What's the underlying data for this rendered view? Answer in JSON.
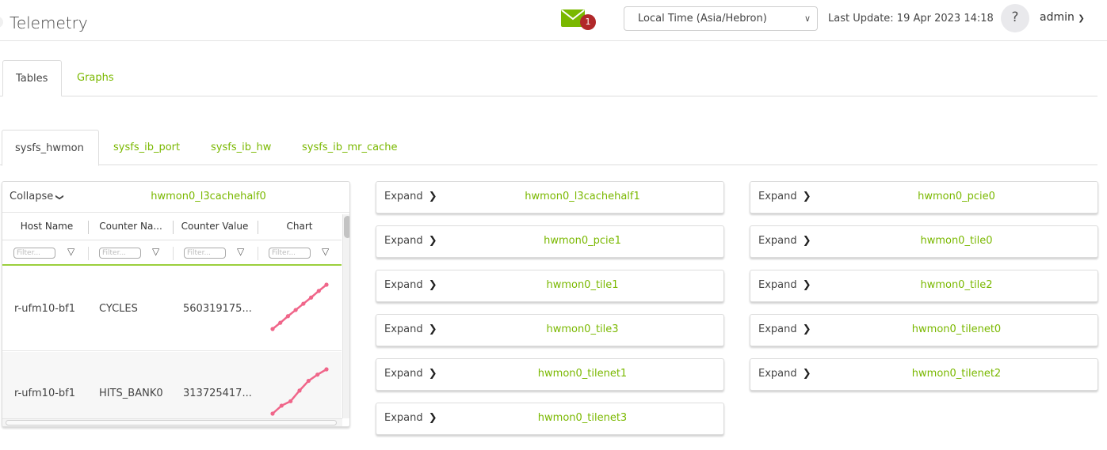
{
  "header": {
    "title": "Telemetry",
    "mail_badge": "1",
    "timezone": "Local Time (Asia/Hebron)",
    "last_update": "Last Update: 19 Apr 2023 14:18",
    "help": "?",
    "user": "admin"
  },
  "icons": {
    "mail": "envelope-icon",
    "user_menu": "chevron-down-icon",
    "timezone": "chevron-down-icon",
    "panel_collapse": "chevron-down-icon",
    "panel_expand": "chevron-right-icon",
    "filter": "funnel-icon"
  },
  "colors": {
    "accent": "#7ab800",
    "badge": "#b1282a",
    "sparkline": "#f0668a",
    "filter_underline": "#9bcf3c"
  },
  "main_tabs": [
    {
      "label": "Tables",
      "active": true
    },
    {
      "label": "Graphs",
      "active": false
    }
  ],
  "sub_tabs": [
    {
      "label": "sysfs_hwmon",
      "active": true
    },
    {
      "label": "sysfs_ib_port",
      "active": false
    },
    {
      "label": "sysfs_ib_hw",
      "active": false
    },
    {
      "label": "sysfs_ib_mr_cache",
      "active": false
    }
  ],
  "expanded_panel": {
    "toggle": "Collapse",
    "name": "hwmon0_l3cachehalf0",
    "columns": [
      "Host Name",
      "Counter Na...",
      "Counter Value",
      "Chart"
    ],
    "filter_placeholder": "Filter...",
    "rows": [
      {
        "host": "r-ufm10-bf1",
        "counter": "CYCLES",
        "value": "560319175...",
        "spark": [
          0,
          14,
          29,
          43,
          57,
          71,
          86,
          100
        ]
      },
      {
        "host": "r-ufm10-bf1",
        "counter": "HITS_BANK0",
        "value": "313725417...",
        "spark": [
          0,
          18,
          28,
          52,
          74,
          88,
          100
        ]
      }
    ]
  },
  "panels": [
    {
      "toggle": "Expand",
      "name": "hwmon0_l3cachehalf1"
    },
    {
      "toggle": "Expand",
      "name": "hwmon0_pcie0"
    },
    {
      "toggle": "Expand",
      "name": "hwmon0_pcie1"
    },
    {
      "toggle": "Expand",
      "name": "hwmon0_tile0"
    },
    {
      "toggle": "Expand",
      "name": "hwmon0_tile1"
    },
    {
      "toggle": "Expand",
      "name": "hwmon0_tile2"
    },
    {
      "toggle": "Expand",
      "name": "hwmon0_tile3"
    },
    {
      "toggle": "Expand",
      "name": "hwmon0_tilenet0"
    },
    {
      "toggle": "Expand",
      "name": "hwmon0_tilenet1"
    },
    {
      "toggle": "Expand",
      "name": "hwmon0_tilenet2"
    },
    {
      "toggle": "Expand",
      "name": "hwmon0_tilenet3"
    }
  ]
}
